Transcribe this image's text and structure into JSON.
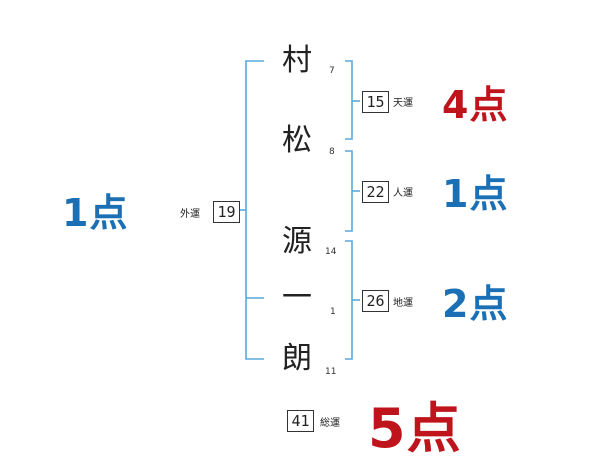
{
  "name_chars": [
    {
      "char": "村",
      "strokes": "7"
    },
    {
      "char": "松",
      "strokes": "8"
    },
    {
      "char": "源",
      "strokes": "14"
    },
    {
      "char": "一",
      "strokes": "1"
    },
    {
      "char": "朗",
      "strokes": "11"
    }
  ],
  "fortunes": {
    "gaiun": {
      "label": "外運",
      "value": "19",
      "score": "1点"
    },
    "tenun": {
      "label": "天運",
      "value": "15",
      "score": "4点"
    },
    "jinun": {
      "label": "人運",
      "value": "22",
      "score": "1点"
    },
    "chiun": {
      "label": "地運",
      "value": "26",
      "score": "2点"
    },
    "souun": {
      "label": "総運",
      "value": "41",
      "score": "5点"
    }
  },
  "colors": {
    "bracket": "#5aa9dc",
    "score_blue": "#1a6fb5",
    "score_red": "#c0141c"
  }
}
